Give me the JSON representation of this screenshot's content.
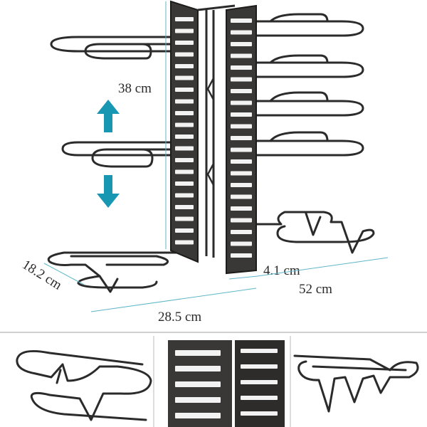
{
  "dimensions": {
    "height": "38 cm",
    "depth": "18.2 cm",
    "base_width": "28.5 cm",
    "panel_thickness": "4.1 cm",
    "total_width": "52 cm"
  },
  "colors": {
    "wire": "#2b2b2b",
    "arrow": "#1797b2",
    "dimension_line": "#5fb6c8"
  },
  "icons": {
    "up_arrow": "arrow-up-icon",
    "down_arrow": "arrow-down-icon"
  }
}
